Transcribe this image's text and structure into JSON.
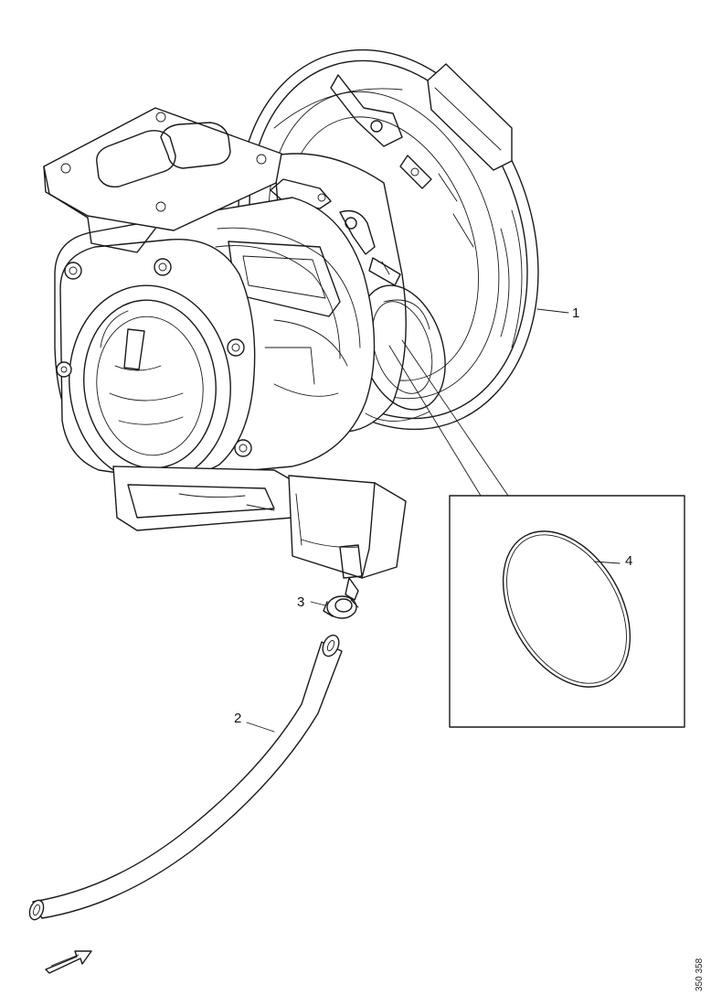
{
  "diagram": {
    "callouts": [
      {
        "id": "callout-1",
        "label": "1"
      },
      {
        "id": "callout-2",
        "label": "2"
      },
      {
        "id": "callout-3",
        "label": "3"
      },
      {
        "id": "callout-4",
        "label": "4"
      }
    ],
    "document_number": "350 358",
    "parts": {
      "turbocharger": "turbocharger",
      "hose": "hose",
      "hose_clamp": "hose-clamp",
      "o_ring": "o-ring"
    },
    "arrow_direction": "forward"
  }
}
